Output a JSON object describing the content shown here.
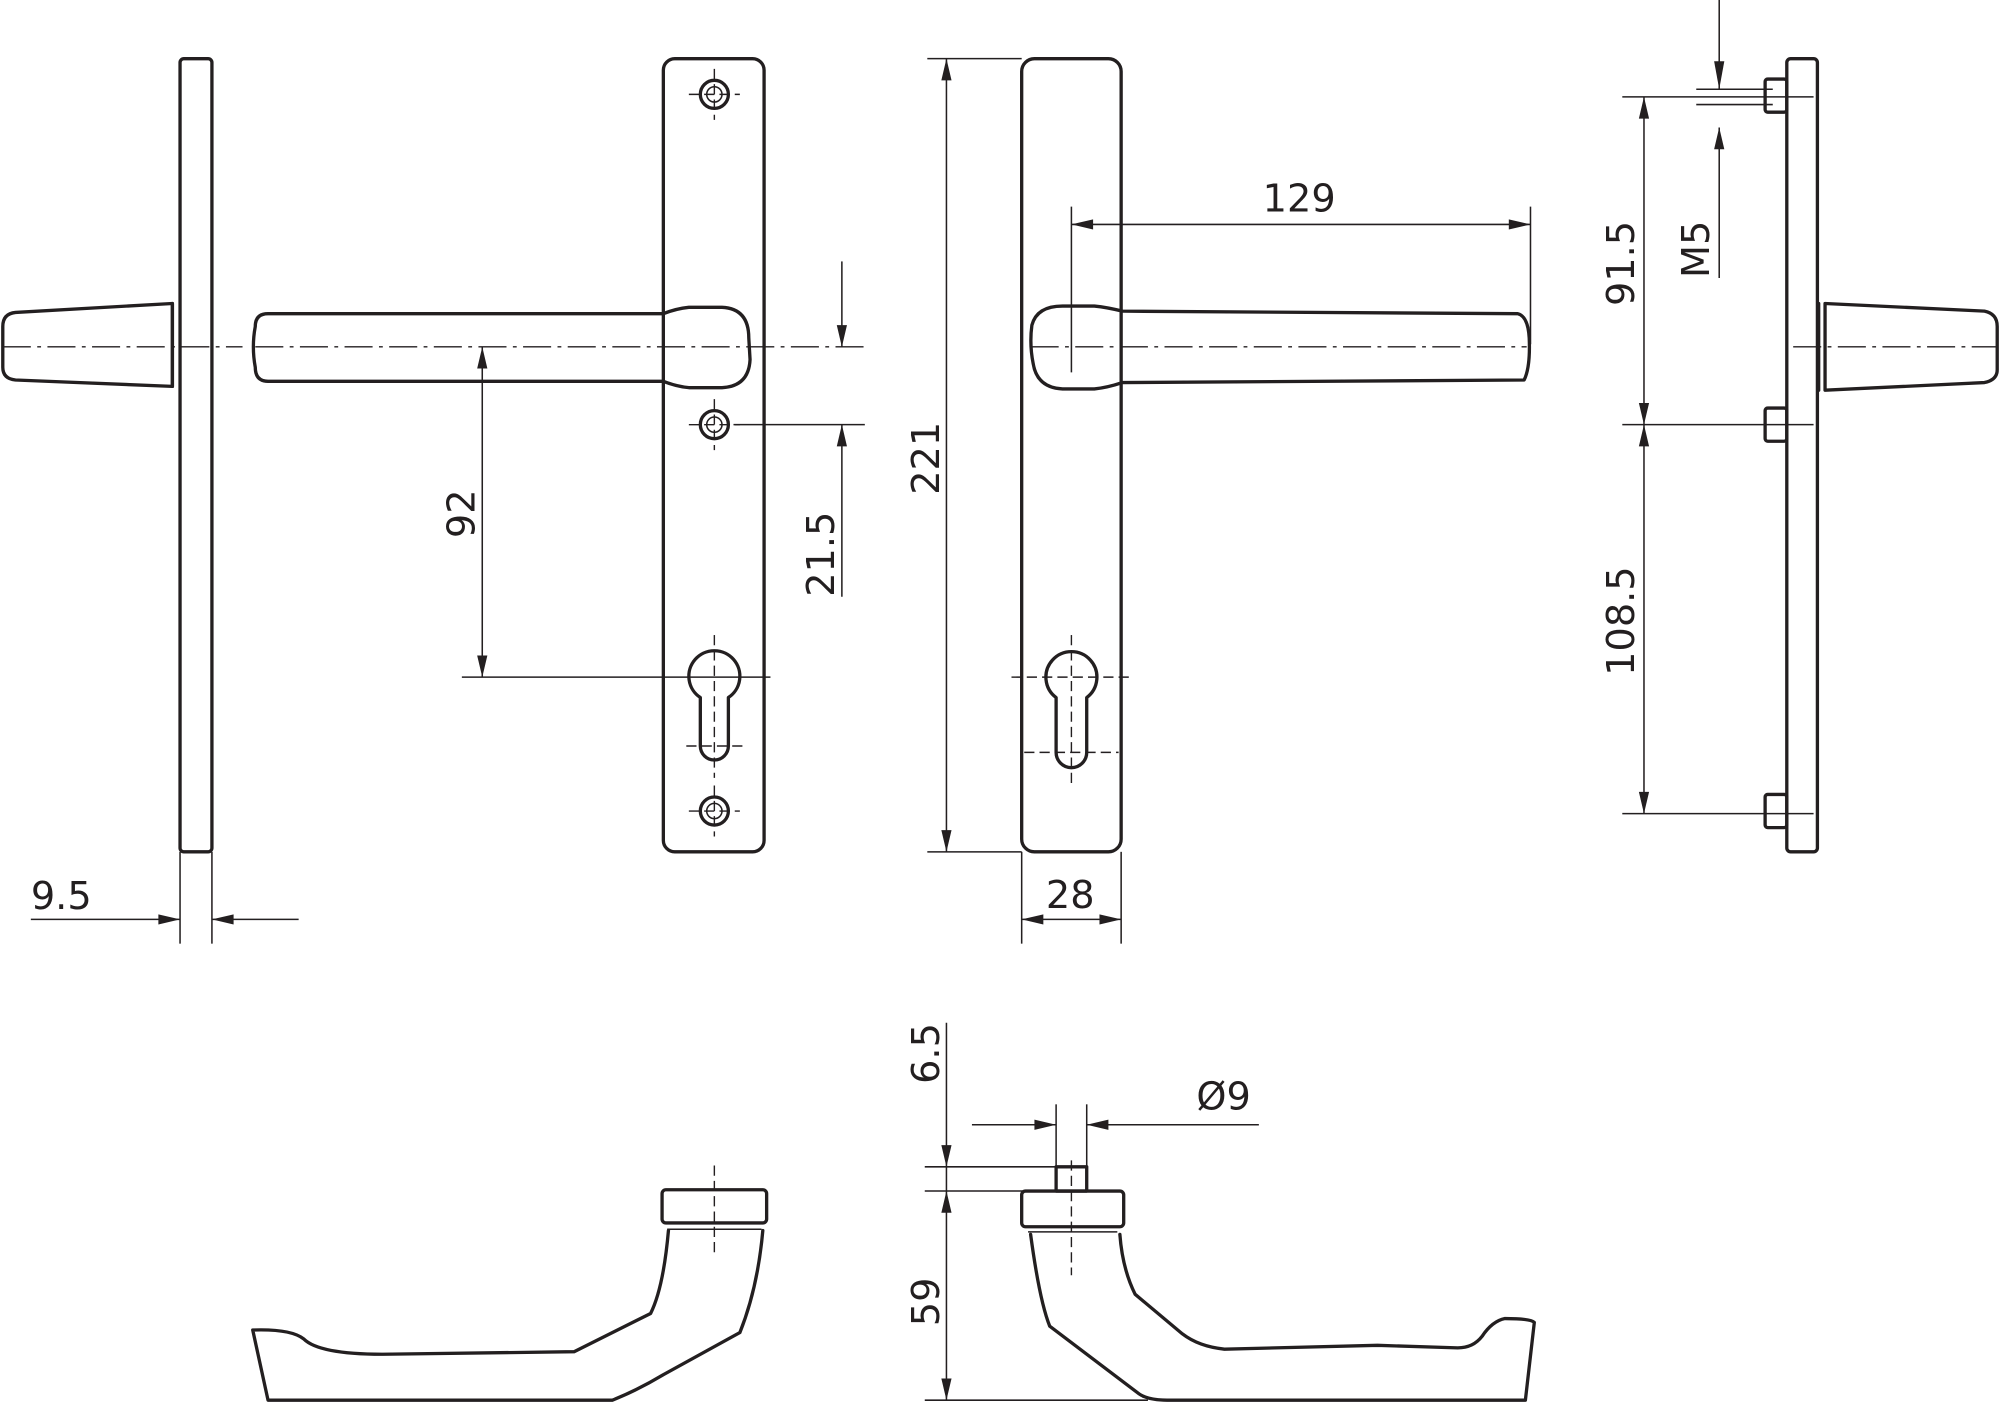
{
  "drawing": {
    "title": "Door handle on long plate — technical dimension drawing",
    "line_color": "#231f20",
    "background": "#ffffff",
    "views": [
      "side-view-left",
      "front-view-screw-holes",
      "front-view-handle",
      "side-view-right",
      "top-view-left",
      "top-view-right"
    ]
  },
  "dimensions": {
    "plate_thickness": "9.5",
    "lever_to_screw": "21.5",
    "lever_to_cylinder": "92",
    "plate_height": "221",
    "lever_length": "129",
    "plate_width": "28",
    "upper_bolt_spacing": "91.5",
    "lower_bolt_spacing": "108.5",
    "bolt_thread": "M5",
    "spindle_protrusion": "6.5",
    "spindle_diameter": "Ø9",
    "handle_height": "59"
  }
}
